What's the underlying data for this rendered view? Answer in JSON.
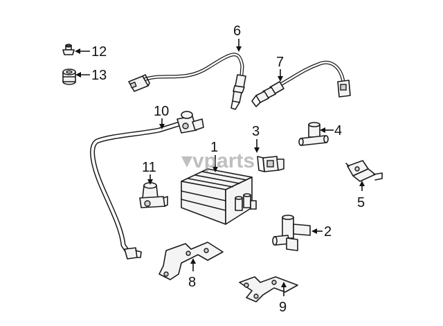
{
  "diagram": {
    "callouts": {
      "c1": "1",
      "c2": "2",
      "c3": "3",
      "c4": "4",
      "c5": "5",
      "c6": "6",
      "c7": "7",
      "c8": "8",
      "c9": "9",
      "c10": "10",
      "c11": "11",
      "c12": "12",
      "c13": "13"
    },
    "watermark": "vparts"
  },
  "colors": {
    "line": "#1a1a1a",
    "watermark": "#8a8a8a",
    "background": "#ffffff"
  }
}
